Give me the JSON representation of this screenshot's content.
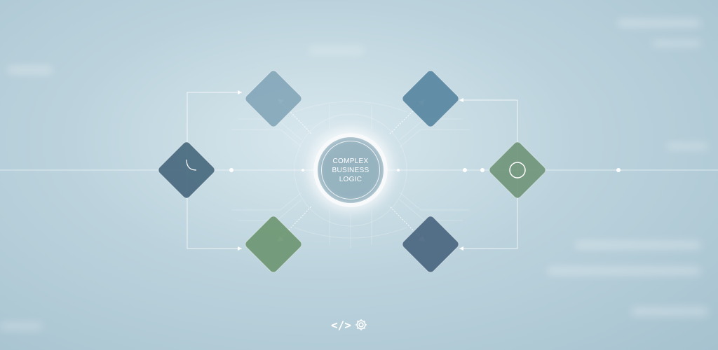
{
  "hub": {
    "label": "COMPLEX BUSINESS LOGIC"
  },
  "nodes": [
    {
      "id": "top-left",
      "color": "#7ea2b5"
    },
    {
      "id": "top-right",
      "color": "#55849f"
    },
    {
      "id": "mid-left",
      "color": "#48687e"
    },
    {
      "id": "mid-right",
      "color": "#6f9479"
    },
    {
      "id": "bottom-left",
      "color": "#6c9570"
    },
    {
      "id": "bottom-right",
      "color": "#4a6680"
    }
  ],
  "colors": {
    "background": "#bcd3dd",
    "connector": "#ffffff"
  },
  "footer": {
    "icons": [
      "code-icon",
      "gear-icon"
    ]
  }
}
